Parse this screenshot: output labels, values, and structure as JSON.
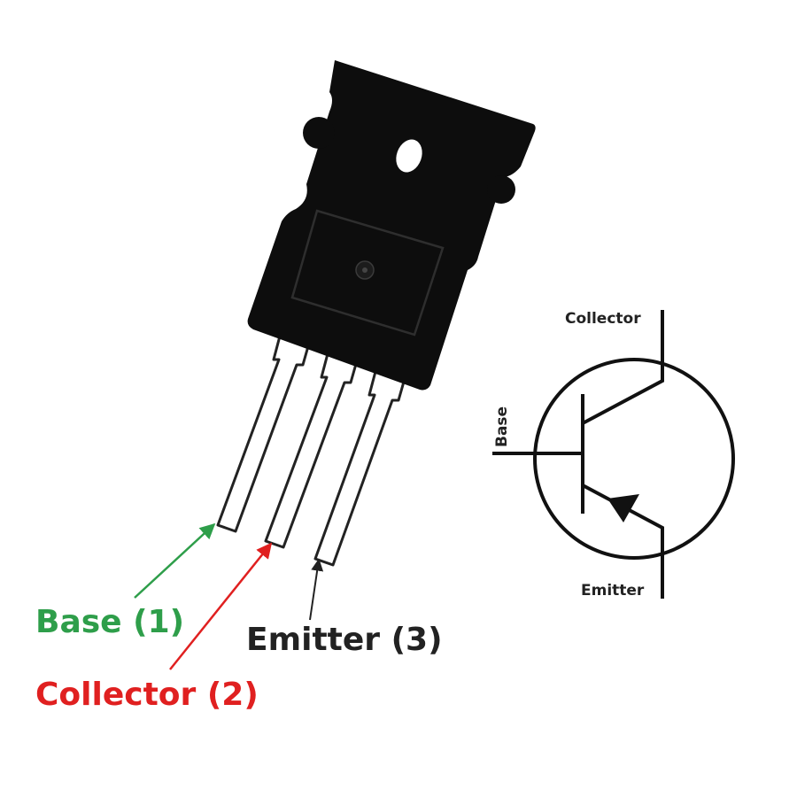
{
  "pins": {
    "base": {
      "label": "Base (1)",
      "color": "#2e9e4a"
    },
    "collector": {
      "label": "Collector (2)",
      "color": "#e02020"
    },
    "emitter": {
      "label": "Emitter (3)",
      "color": "#222222"
    }
  },
  "symbol": {
    "collector_label": "Collector",
    "base_label": "Base",
    "emitter_label": "Emitter"
  },
  "colors": {
    "package_body": "#0d0d0d",
    "lead_outline": "#222222",
    "symbol_stroke": "#111111"
  }
}
